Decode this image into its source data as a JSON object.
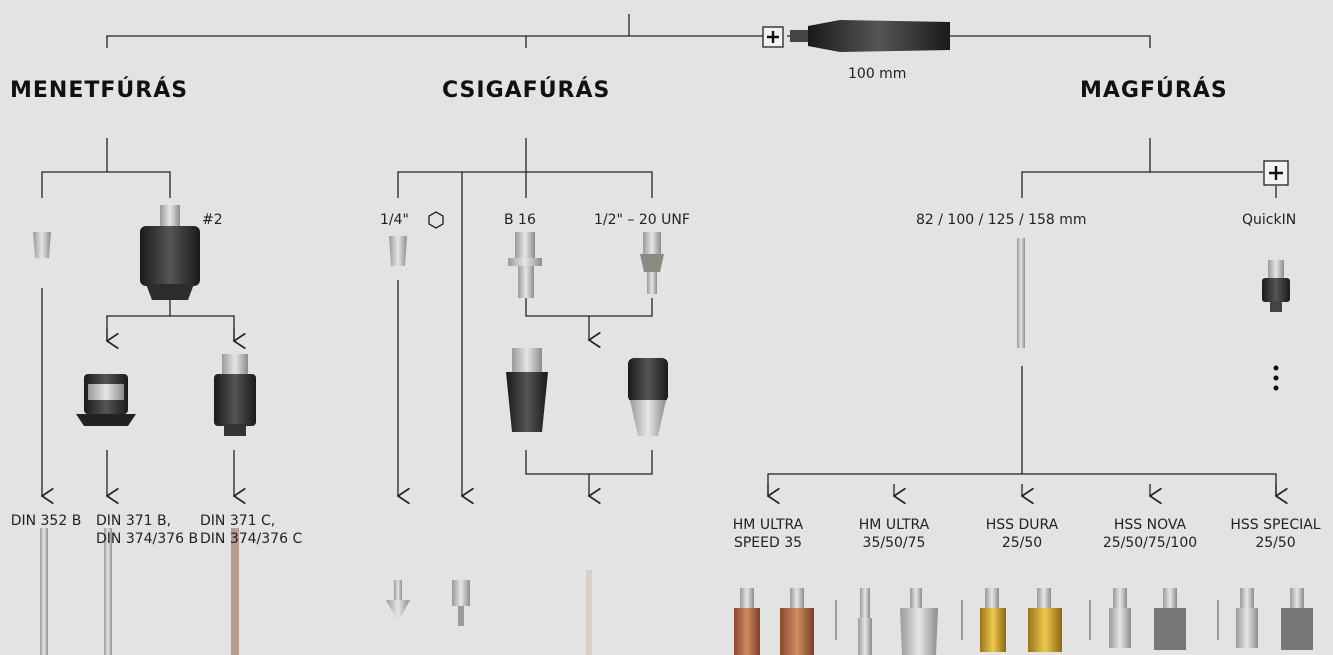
{
  "headers": {
    "menetfuras": "MENETFÚRÁS",
    "csigafuras": "CSIGAFÚRÁS",
    "magfuras": "MAGFÚRÁS"
  },
  "extension": {
    "label": "100 mm",
    "plus_icon": "plus-icon"
  },
  "menetfuras": {
    "chuck_label": "#2",
    "outputs": [
      {
        "lines": [
          "DIN 352 B"
        ]
      },
      {
        "lines": [
          "DIN 371 B,",
          "DIN 374/376 B"
        ]
      },
      {
        "lines": [
          "DIN 371 C,",
          "DIN 374/376 C"
        ]
      }
    ]
  },
  "csigafuras": {
    "inputs": {
      "quarter_inch": "1/4\"",
      "hex_icon": "hexagon-icon",
      "b16": "B 16",
      "unf": "1/2\" – 20 UNF"
    }
  },
  "magfuras": {
    "shank_label": "82 / 100 / 125 / 158 mm",
    "quickin_label": "QuickIN",
    "plus_icon": "plus-icon",
    "more_icon": "more-vertical-icon",
    "cutters": [
      {
        "lines": [
          "HM ULTRA",
          "SPEED 35"
        ],
        "color": "#b56a43"
      },
      {
        "lines": [
          "HM ULTRA",
          "35/50/75"
        ],
        "color": "#a8a8a8"
      },
      {
        "lines": [
          "HSS DURA",
          "25/50"
        ],
        "color": "#c9a030"
      },
      {
        "lines": [
          "HSS NOVA",
          "25/50/75/100"
        ],
        "color": "#8a8a8a"
      },
      {
        "lines": [
          "HSS SPECIAL",
          "25/50"
        ],
        "color": "#8a8a8a"
      }
    ]
  },
  "colors": {
    "background": "#e3e3e3",
    "line": "#222222",
    "tool_dark": "#2b2b2b",
    "tool_silver": "#b8b8b8"
  }
}
